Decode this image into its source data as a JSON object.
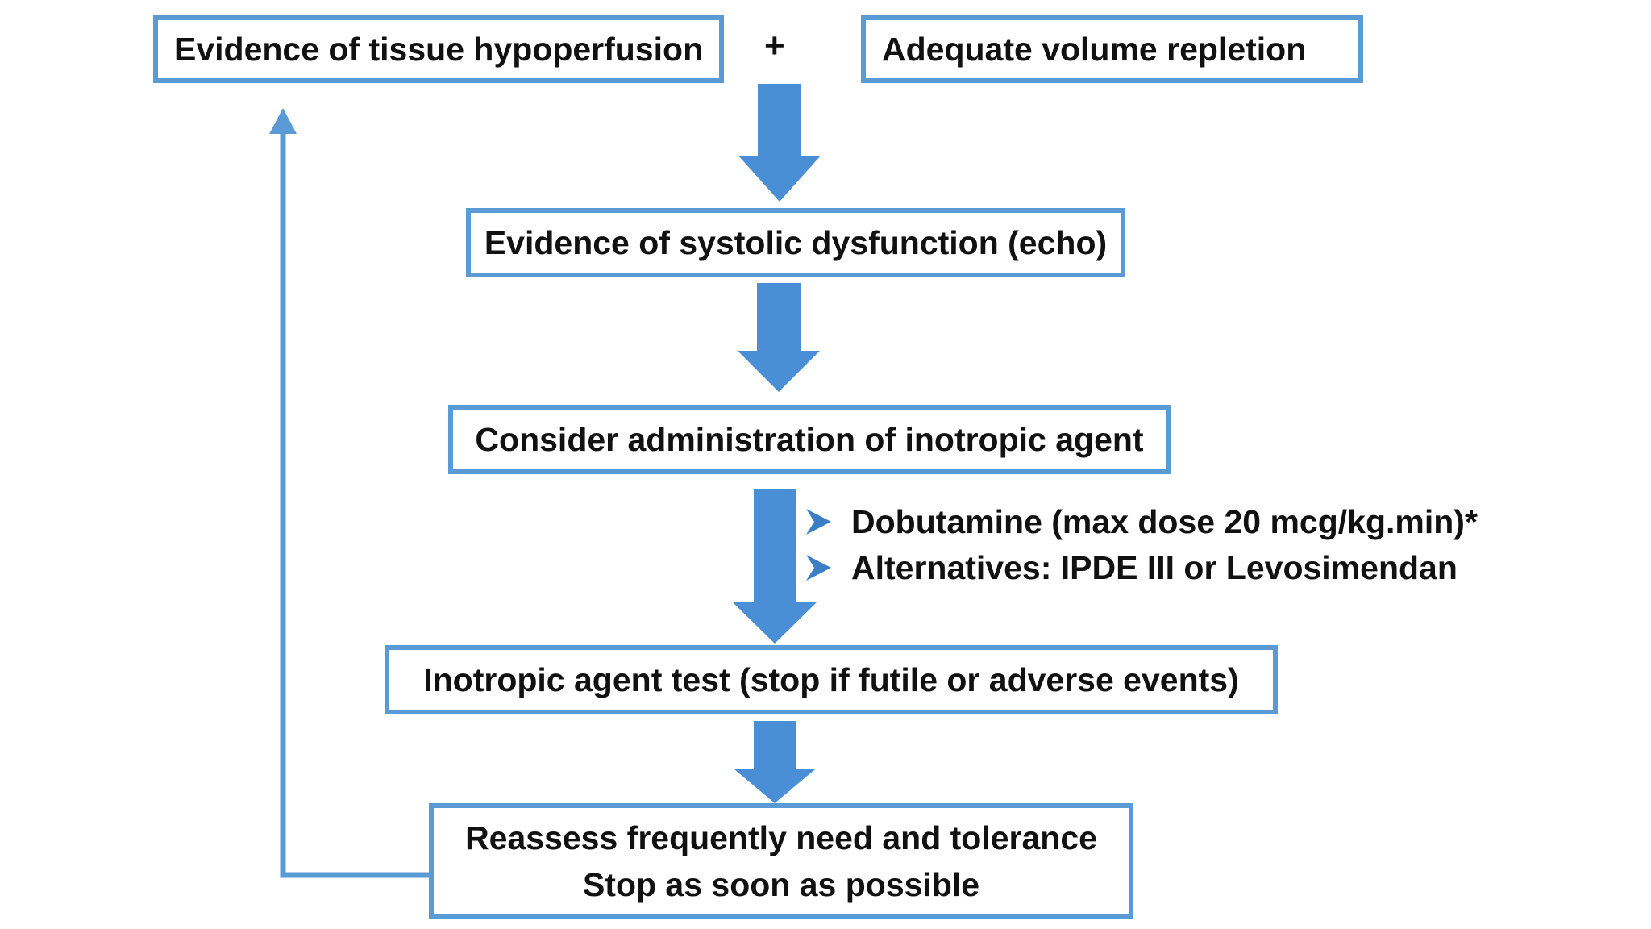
{
  "colors": {
    "accent": "#5b9bd5",
    "text": "#111111",
    "background": "#ffffff"
  },
  "flow": {
    "top_left": "Evidence of tissue hypoperfusion",
    "plus": "+",
    "top_right": "Adequate volume repletion",
    "step2": "Evidence of systolic dysfunction (echo)",
    "step3": "Consider administration of inotropic agent",
    "options": [
      "Dobutamine (max dose 20 mcg/kg.min)*",
      "Alternatives: IPDE III or Levosimendan"
    ],
    "step4": "Inotropic agent test (stop if futile or adverse events)",
    "step5_line1": "Reassess frequently need and tolerance",
    "step5_line2": "Stop as soon as possible"
  },
  "icons": {
    "bullet": "chevron-right-icon",
    "flow_arrow": "arrow-down-icon",
    "feedback_arrow": "arrow-up-icon"
  }
}
